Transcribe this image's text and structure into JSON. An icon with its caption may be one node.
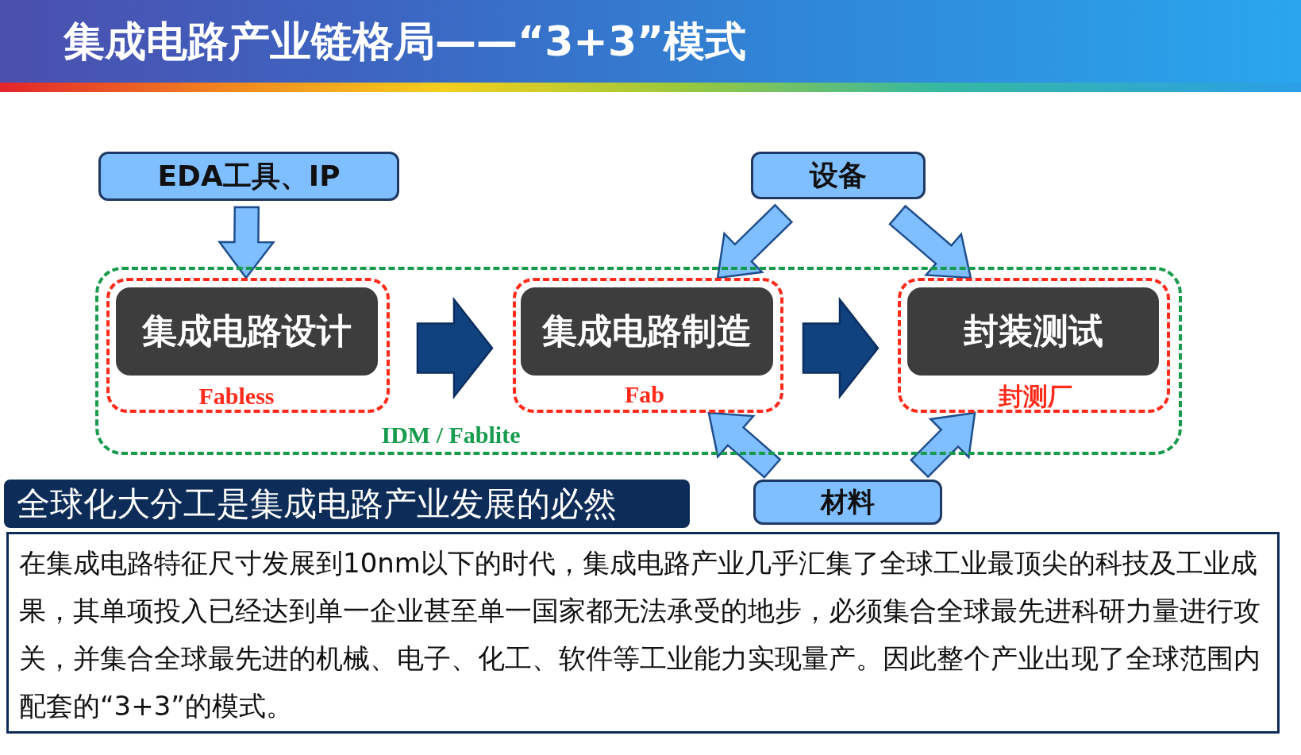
{
  "diagram": {
    "title": "集成电路产业链格局——“3+3”模式",
    "nodes": [
      {
        "text": [
          "EDA工具、IP"
        ]
      },
      {
        "text": [
          "设备"
        ]
      },
      {
        "text": [
          "IDM / Fablite"
        ]
      },
      {
        "text": [
          "Fabless"
        ],
        "in": 2
      },
      {
        "text": [
          "集成电路设计"
        ],
        "in": 3
      },
      {
        "text": [
          "Fab"
        ],
        "in": 2
      },
      {
        "text": [
          "集成电路制造"
        ],
        "in": 5
      },
      {
        "text": [
          "封测厂"
        ],
        "in": 2
      },
      {
        "text": [
          "封装测试"
        ],
        "in": 7
      },
      {
        "text": [
          "全球化大分工是集成电路产业发展的必然"
        ]
      },
      {
        "text": [
          "材料"
        ]
      },
      {
        "text": [
          "在集成电路特征尺寸发展到10nm以下的时代，集成电路产业几乎汇集了全球工业最顶尖的科技及工业成果，其单项投入已经达到单一企业甚至单一国家都无法承受的地步，必须集合全球最先进科研力量进行攻关，并集合全球最先进的机械、电子、化工、软件等工业能力实现量产。因此整个产业出现了全球范围内配套的“3+3”的模式。"
        ]
      }
    ],
    "edges": [
      {
        "from": 0,
        "to": 3,
        "arrow": "to"
      },
      {
        "from": 1,
        "to": 5,
        "arrow": "to"
      },
      {
        "from": 1,
        "to": 7,
        "arrow": "to"
      },
      {
        "from": 3,
        "to": 5,
        "arrow": "to",
        "style": "thick",
        "color": "#10427f"
      },
      {
        "from": 5,
        "to": 7,
        "arrow": "to",
        "style": "thick",
        "color": "#10427f"
      },
      {
        "from": 10,
        "to": 5,
        "arrow": "to"
      },
      {
        "from": 10,
        "to": 7,
        "arrow": "to"
      }
    ]
  }
}
